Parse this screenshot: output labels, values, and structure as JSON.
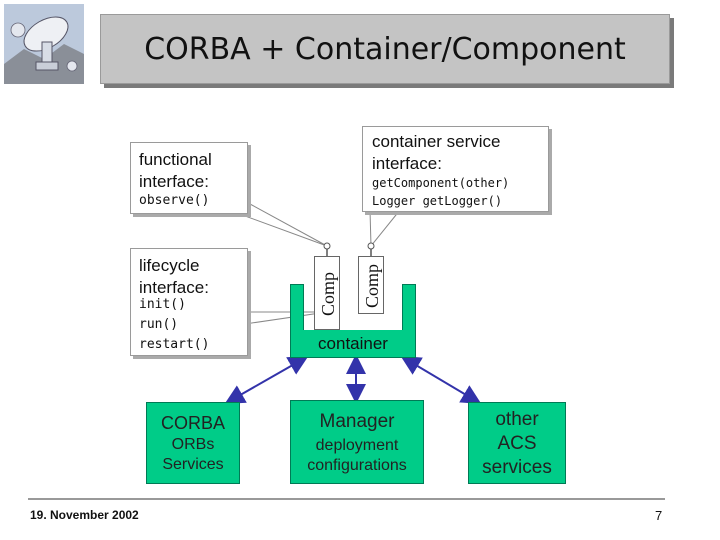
{
  "header": {
    "title": "CORBA + Container/Component"
  },
  "functional": {
    "heading": "functional\ninterface:",
    "methods": [
      "observe()"
    ]
  },
  "lifecycle": {
    "heading": "lifecycle\ninterface:",
    "methods": [
      "init()",
      "run()",
      "restart()"
    ]
  },
  "container_service": {
    "heading": "container service\ninterface:",
    "methods": [
      "getComponent(other)",
      "Logger getLogger()"
    ]
  },
  "container": {
    "label": "container",
    "components": [
      "Comp",
      "Comp"
    ]
  },
  "boxes": {
    "corba": {
      "title": "CORBA",
      "lines": [
        "ORBs",
        "Services"
      ]
    },
    "manager": {
      "title": "Manager",
      "lines": [
        "deployment",
        "configurations"
      ]
    },
    "other": {
      "title": "other",
      "lines": [
        "ACS",
        "services"
      ]
    }
  },
  "footer": {
    "date": "19. November 2002",
    "page": "7"
  },
  "colors": {
    "container": "#00cc88",
    "arrow": "#3333aa",
    "banner": "#c4c4c4"
  },
  "icons": {
    "logo": "radio-telescope-icon"
  }
}
